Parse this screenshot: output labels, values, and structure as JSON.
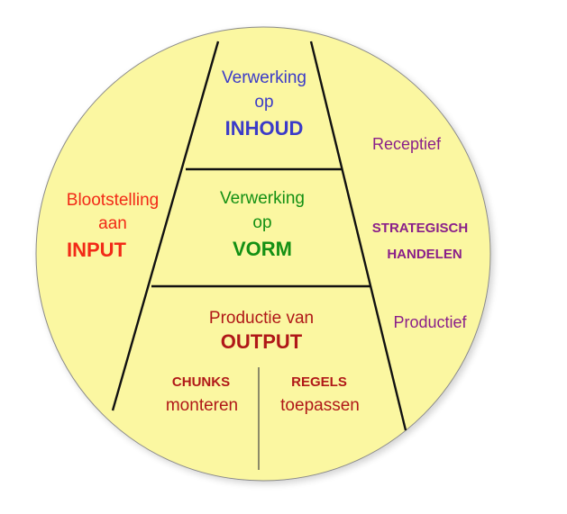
{
  "colors": {
    "background": "#ffffff",
    "circle_fill": "#fbf7a1",
    "circle_stroke": "#8a8a8a",
    "line": "#111111",
    "divider": "#444444",
    "blue": "#3b3bc8",
    "green": "#149014",
    "red": "#f22a17",
    "dark_red": "#b01818",
    "purple": "#8a1f8a"
  },
  "sections": {
    "top": {
      "line1": "Verwerking",
      "line2": "op",
      "line3": "INHOUD"
    },
    "middle": {
      "line1": "Verwerking",
      "line2": "op",
      "line3": "VORM"
    },
    "bottom": {
      "line1": "Productie van",
      "line2": "OUTPUT",
      "left_line1": "CHUNKS",
      "left_line2": "monteren",
      "right_line1": "REGELS",
      "right_line2": "toepassen"
    }
  },
  "left_label": {
    "line1": "Blootstelling",
    "line2": "aan",
    "line3": "INPUT"
  },
  "right_labels": {
    "receptive": "Receptief",
    "strategic_line1": "STRATEGISCH",
    "strategic_line2": "HANDELEN",
    "productive": "Productief"
  }
}
